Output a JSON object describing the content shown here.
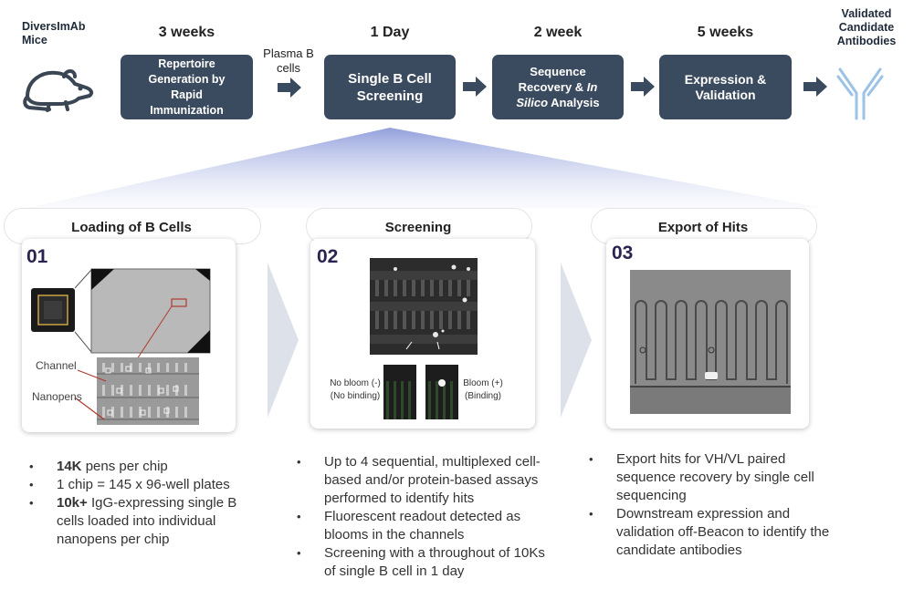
{
  "header": {
    "source": "DiversImAb Mice",
    "validated": "Validated Candidate Antibodies"
  },
  "timeline": [
    {
      "week": "3 weeks",
      "step": "Repertoire Generation by Rapid Immunization"
    },
    {
      "week": "1 Day",
      "step": "Single B Cell Screening"
    },
    {
      "week": "2 week",
      "step_prefix": "Sequence Recovery & ",
      "step_italic": "In Silico",
      "step_suffix": " Analysis"
    },
    {
      "week": "5 weeks",
      "step": "Expression & Validation"
    }
  ],
  "plasma_label": "Plasma B cells",
  "panels": [
    {
      "title": "Loading of B Cells",
      "number": "01",
      "labels": {
        "channel": "Channel",
        "nanopens": "Nanopens"
      },
      "bullets": [
        {
          "bold": "14K",
          "text": " pens per chip"
        },
        {
          "bold": "",
          "text": "1 chip = 145 x 96-well plates"
        },
        {
          "bold": "10k+",
          "text": " IgG-expressing single B cells loaded into individual nanopens per chip"
        }
      ]
    },
    {
      "title": "Screening",
      "number": "02",
      "labels": {
        "no_bloom": "No bloom (-)",
        "no_binding": "(No binding)",
        "bloom": "Bloom (+)",
        "binding": "(Binding)"
      },
      "bullets": [
        {
          "bold": "",
          "text": "Up to 4 sequential, multiplexed cell-based and/or protein-based assays performed to identify hits"
        },
        {
          "bold": "",
          "text": "Fluorescent readout detected as blooms in the channels"
        },
        {
          "bold": "",
          "text": "Screening with a throughout of 10Ks of single B cell in 1 day"
        }
      ]
    },
    {
      "title": "Export of Hits",
      "number": "03",
      "bullets": [
        {
          "bold": "",
          "text": "Export hits for VH/VL paired sequence recovery by single cell sequencing"
        },
        {
          "bold": "",
          "text": "Downstream expression and validation off-Beacon to identify the candidate antibodies"
        }
      ]
    }
  ],
  "icons": {
    "mouse": "mouse-icon",
    "antibody": "antibody-icon",
    "arrow": "arrow-right-icon"
  },
  "colors": {
    "step_box": "#3b4b5f",
    "antibody": "#9cc3e6",
    "funnel": "#7f8fd6",
    "chevron": "#dde2ea"
  }
}
